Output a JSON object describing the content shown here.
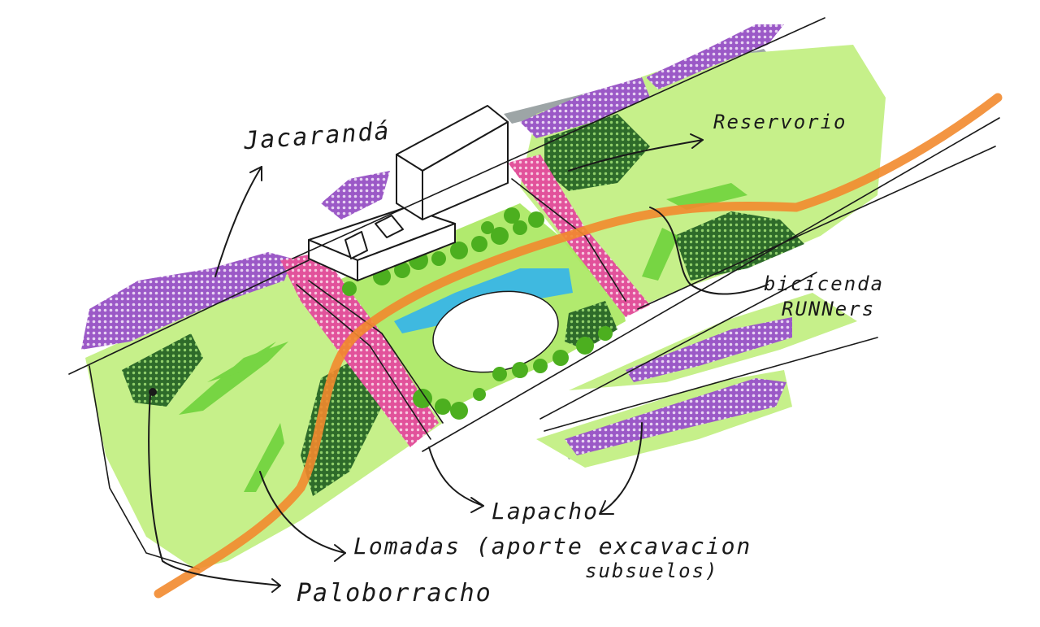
{
  "labels": {
    "jacaranda": "Jacarandá",
    "reservorio": "Reservorio",
    "bicisenda": "bicicenda",
    "runners": "RUNNers",
    "lapacho": "Lapacho",
    "lomadas": "Lomadas (aporte excavacion",
    "subsuelos": "subsuelos)",
    "palo_borracho": "Paloborracho"
  },
  "colors": {
    "grass": "#c6f08a",
    "grass_strong": "#a8e85e",
    "tree_dark": "#2e7d32",
    "tree_light": "#4caf1f",
    "purple": "#9b59c7",
    "pink": "#e2529b",
    "water": "#3fb9e0",
    "orange": "#f28a2e",
    "shadow": "#8c9596",
    "ink": "#1a1a1a"
  }
}
